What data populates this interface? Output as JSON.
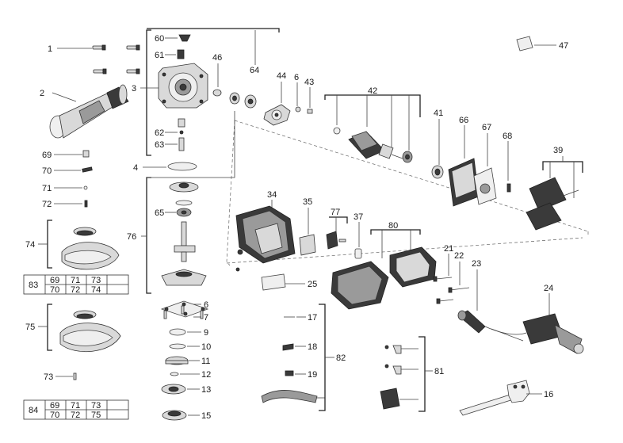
{
  "labels": {
    "p1": "1",
    "p2": "2",
    "p3": "3",
    "p4": "4",
    "p6a": "6",
    "p6b": "6",
    "p7": "7",
    "p9": "9",
    "p10": "10",
    "p11": "11",
    "p12": "12",
    "p13": "13",
    "p15": "15",
    "p16": "16",
    "p17": "17",
    "p18": "18",
    "p19": "19",
    "p21": "21",
    "p22": "22",
    "p23": "23",
    "p24": "24",
    "p25": "25",
    "p34": "34",
    "p35": "35",
    "p37": "37",
    "p39": "39",
    "p41": "41",
    "p42": "42",
    "p43": "43",
    "p44": "44",
    "p46": "46",
    "p47": "47",
    "p60": "60",
    "p61": "61",
    "p62": "62",
    "p63": "63",
    "p64": "64",
    "p65": "65",
    "p66": "66",
    "p67": "67",
    "p68": "68",
    "p69": "69",
    "p70": "70",
    "p71": "71",
    "p72": "72",
    "p73": "73",
    "p74": "74",
    "p75": "75",
    "p76": "76",
    "p77": "77",
    "p80": "80",
    "p81": "81",
    "p82": "82"
  },
  "tables": [
    {
      "id": "83",
      "row1": [
        "69",
        "71",
        "73",
        ""
      ],
      "row2": [
        "70",
        "72",
        "74",
        ""
      ]
    },
    {
      "id": "84",
      "row1": [
        "69",
        "71",
        "73",
        ""
      ],
      "row2": [
        "70",
        "72",
        "75",
        ""
      ]
    }
  ]
}
